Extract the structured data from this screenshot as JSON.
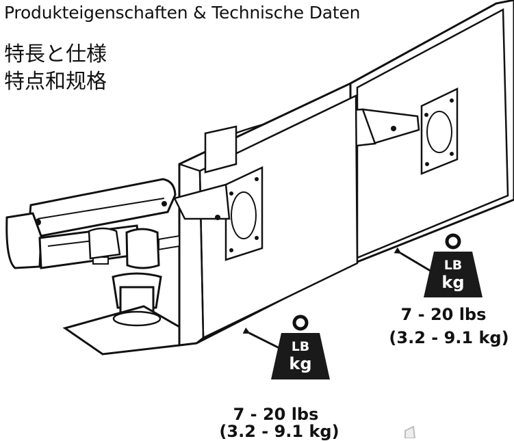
{
  "titles": {
    "de": "Produkteigenschaften & Technische Daten",
    "ja": "特長と仕様",
    "zh": "特点和规格"
  },
  "weights": {
    "monitor_right": {
      "unit_top": "LB",
      "unit_bottom": "kg",
      "range_lbs": "7 - 20 lbs",
      "range_kg": "(3.2 - 9.1 kg)"
    },
    "monitor_left": {
      "unit_top": "LB",
      "unit_bottom": "kg",
      "range_lbs": "7 - 20 lbs",
      "range_kg": "(3.2 - 9.1 kg)"
    }
  },
  "colors": {
    "ink": "#111111",
    "weight_fill": "#1a1a1a",
    "screen_fill": "#ffffff"
  }
}
